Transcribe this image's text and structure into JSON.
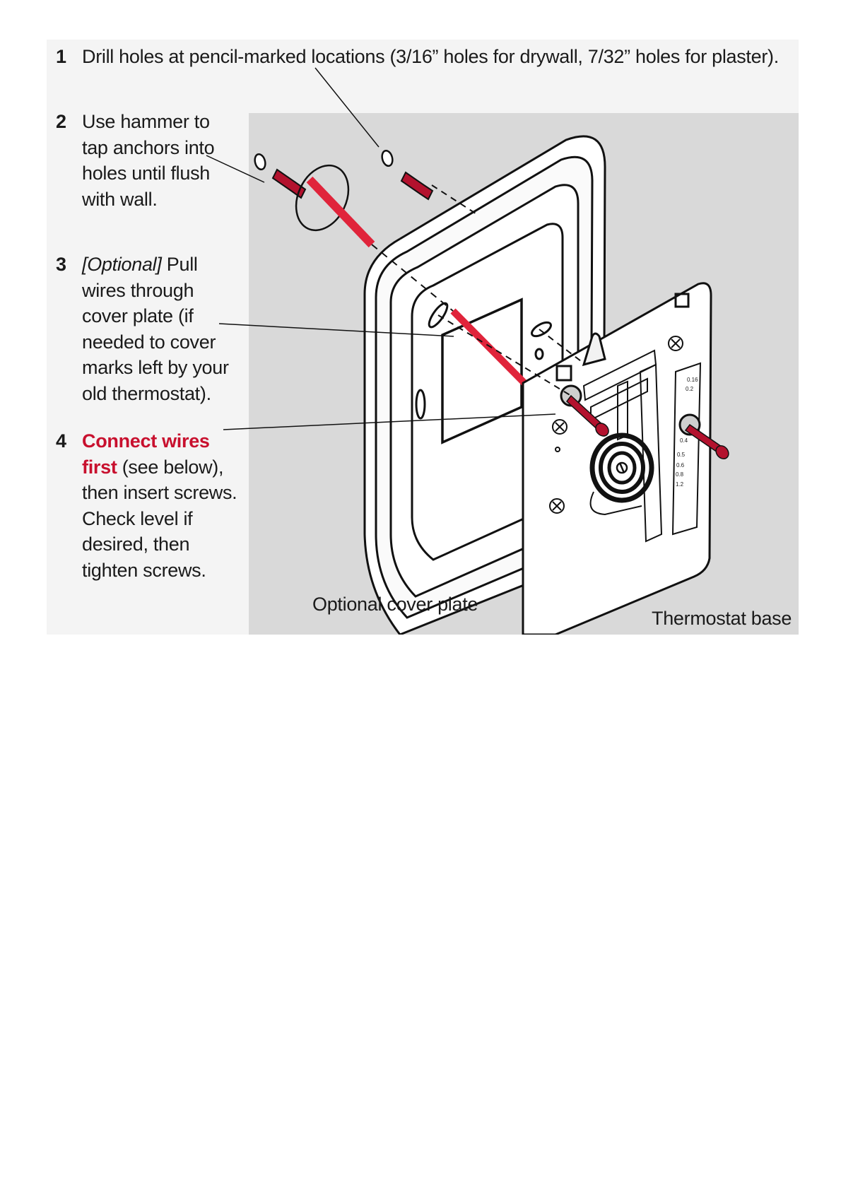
{
  "steps": [
    {
      "number": "1",
      "text": "Drill holes at pencil-marked locations (3/16” holes for drywall, 7/32” holes for plaster)."
    },
    {
      "number": "2",
      "text": "Use hammer to tap anchors into holes until flush with wall."
    },
    {
      "number": "3",
      "prefix": "[Optional]",
      "text": " Pull wires through cover plate (if needed to cover marks left by your old thermostat)."
    },
    {
      "number": "4",
      "highlight": "Connect wires first",
      "text": " (see below), then insert screws. Check level if desired, then tighten screws."
    }
  ],
  "captions": {
    "cover_plate": "Optional cover plate",
    "thermostat_base": "Thermostat base"
  },
  "scale_labels": [
    "0.16",
    "0.2",
    "0.4",
    "0.5",
    "0.6",
    "0.8",
    "1.2"
  ],
  "colors": {
    "accent": "#c8102e",
    "panel": "#d9d9d9",
    "screw": "#b3122e"
  },
  "icons": [
    "anchor-icon",
    "screw-icon",
    "wire-bundle-icon",
    "mercury-coil-icon"
  ]
}
